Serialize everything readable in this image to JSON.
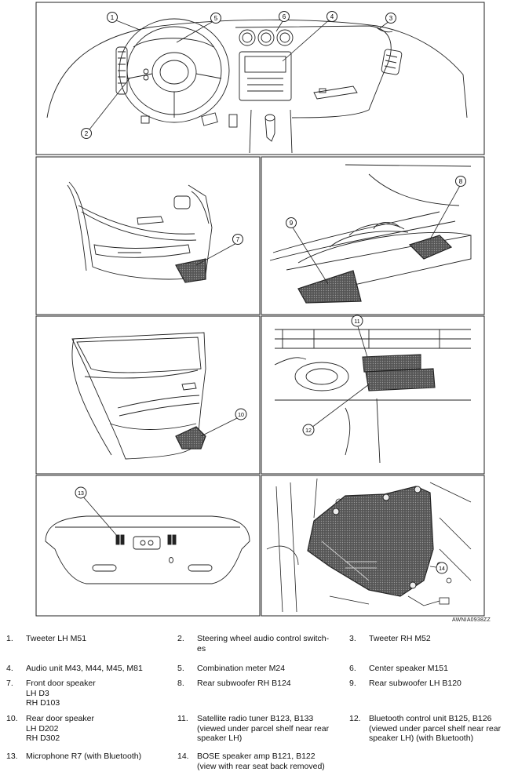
{
  "figure_code": "AWNIA0938ZZ",
  "callouts": [
    "1",
    "2",
    "3",
    "4",
    "5",
    "6",
    "7",
    "8",
    "9",
    "10",
    "11",
    "12",
    "13",
    "14"
  ],
  "legend": [
    {
      "num": "1.",
      "text": "Tweeter LH M51"
    },
    {
      "num": "2.",
      "text": "Steering wheel audio control switch-\nes"
    },
    {
      "num": "3.",
      "text": "Tweeter RH M52"
    },
    {
      "num": "4.",
      "text": "Audio unit M43, M44, M45, M81"
    },
    {
      "num": "5.",
      "text": "Combination meter M24"
    },
    {
      "num": "6.",
      "text": "Center speaker M151"
    },
    {
      "num": "7.",
      "text": "Front door speaker\nLH D3\nRH D103"
    },
    {
      "num": "8.",
      "text": "Rear subwoofer RH B124"
    },
    {
      "num": "9.",
      "text": "Rear subwoofer LH B120"
    },
    {
      "num": "10.",
      "text": "Rear door speaker\nLH D202\nRH D302"
    },
    {
      "num": "11.",
      "text": "Satellite radio tuner B123, B133\n(viewed under parcel shelf near rear\nspeaker LH)"
    },
    {
      "num": "12.",
      "text": "Bluetooth control unit B125, B126\n(viewed under parcel shelf near rear\nspeaker LH) (with Bluetooth)"
    },
    {
      "num": "13.",
      "text": "Microphone R7 (with Bluetooth)"
    },
    {
      "num": "14.",
      "text": "BOSE speaker amp B121, B122\n(view with rear seat back removed)"
    }
  ]
}
